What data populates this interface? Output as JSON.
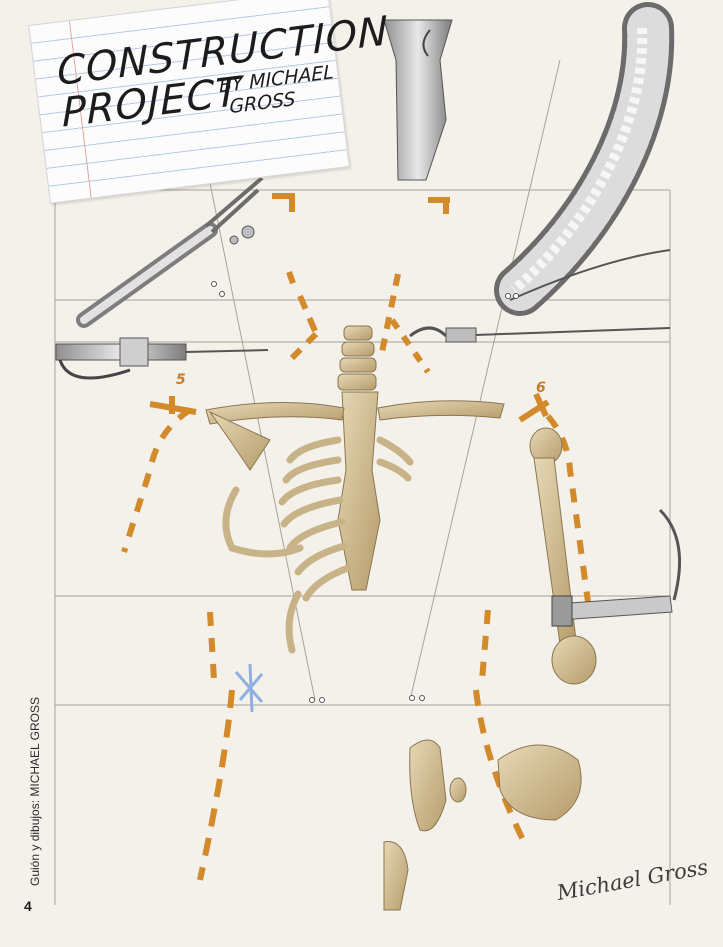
{
  "title": {
    "line1": "CONSTRUCTION",
    "line2": "PROJECT",
    "by": "BY MICHAEL",
    "author": "GROSS"
  },
  "credit": "Guión y dibujos: MICHAEL GROSS",
  "page_number": "4",
  "signature": "Michael Gross",
  "step_labels": {
    "left": "5",
    "right": "6"
  },
  "colors": {
    "paper": "#f4f1ea",
    "bone": "#d8c7a1",
    "dash": "#d28a2a",
    "line": "#9a9a9a"
  }
}
